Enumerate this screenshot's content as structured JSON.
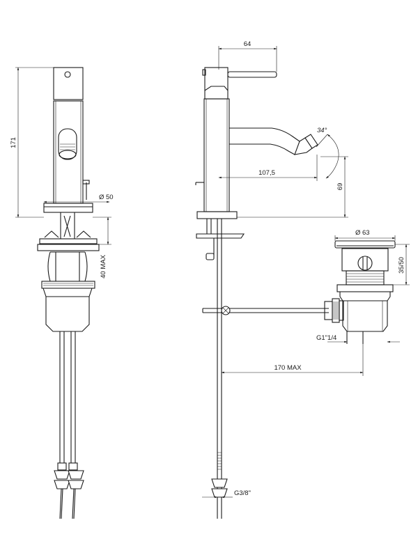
{
  "dimensions": {
    "height_total": "171",
    "spout_diameter": "Ø 50",
    "max_deck_thickness": "40 MAX",
    "handle_reach": "64",
    "swivel_angle": "34°",
    "spout_reach": "107,5",
    "spout_height": "69",
    "waste_diameter": "Ø 63",
    "waste_height": "35/50",
    "waste_thread": "G1\"1/4",
    "rod_length": "170 MAX",
    "supply_thread": "G3/8\""
  }
}
